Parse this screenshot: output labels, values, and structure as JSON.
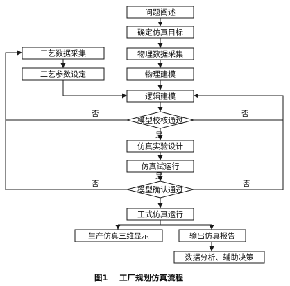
{
  "flowchart": {
    "nodes": {
      "problem": "问题阐述",
      "goal": "确定仿真目标",
      "physical_data": "物理数据采集",
      "physical_model": "物理建模",
      "craft_data": "工艺数据采集",
      "craft_params": "工艺参数设定",
      "logic_model": "逻辑建模",
      "model_check": "模型校核通过",
      "experiment_design": "仿真实验设计",
      "trial_run": "仿真试运行",
      "model_confirm": "模型确认通过",
      "formal_run": "正式仿真运行",
      "production_3d": "生产仿真三维显示",
      "output_report": "输出仿真报告",
      "analysis": "数据分析、辅助决策"
    },
    "labels": {
      "yes": "是",
      "no": "否"
    }
  },
  "caption": {
    "figure_no": "图1",
    "title": "工厂规划仿真流程"
  }
}
